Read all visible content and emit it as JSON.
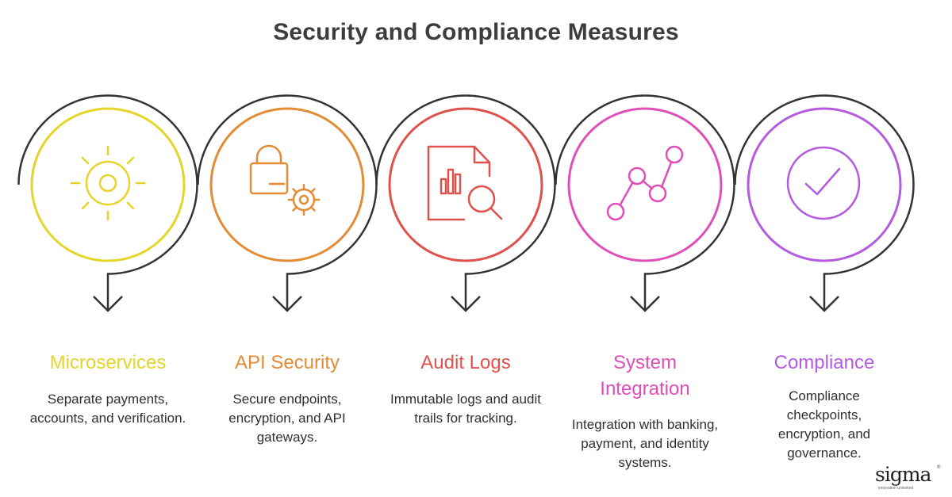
{
  "title": "Security and Compliance Measures",
  "steps": [
    {
      "label": "Microservices",
      "description": "Separate payments, accounts, and verification.",
      "color": "#e4d52a",
      "icon": "sun-gear-icon"
    },
    {
      "label": "API Security",
      "description": "Secure endpoints, encryption, and API gateways.",
      "color": "#e38b35",
      "icon": "lock-gear-icon"
    },
    {
      "label": "Audit Logs",
      "description": "Immutable logs and audit trails for tracking.",
      "color": "#e0504c",
      "icon": "document-search-icon"
    },
    {
      "label": "System Integration",
      "description": "Integration with banking, payment, and identity systems.",
      "color": "#e04fb8",
      "icon": "connected-nodes-icon"
    },
    {
      "label": "Compliance",
      "description": "Compliance checkpoints, encryption, and governance.",
      "color": "#b45be0",
      "icon": "check-circle-icon"
    }
  ],
  "logo": {
    "name": "sigma",
    "subtitle": "innovation unlimited",
    "mark": "®"
  }
}
